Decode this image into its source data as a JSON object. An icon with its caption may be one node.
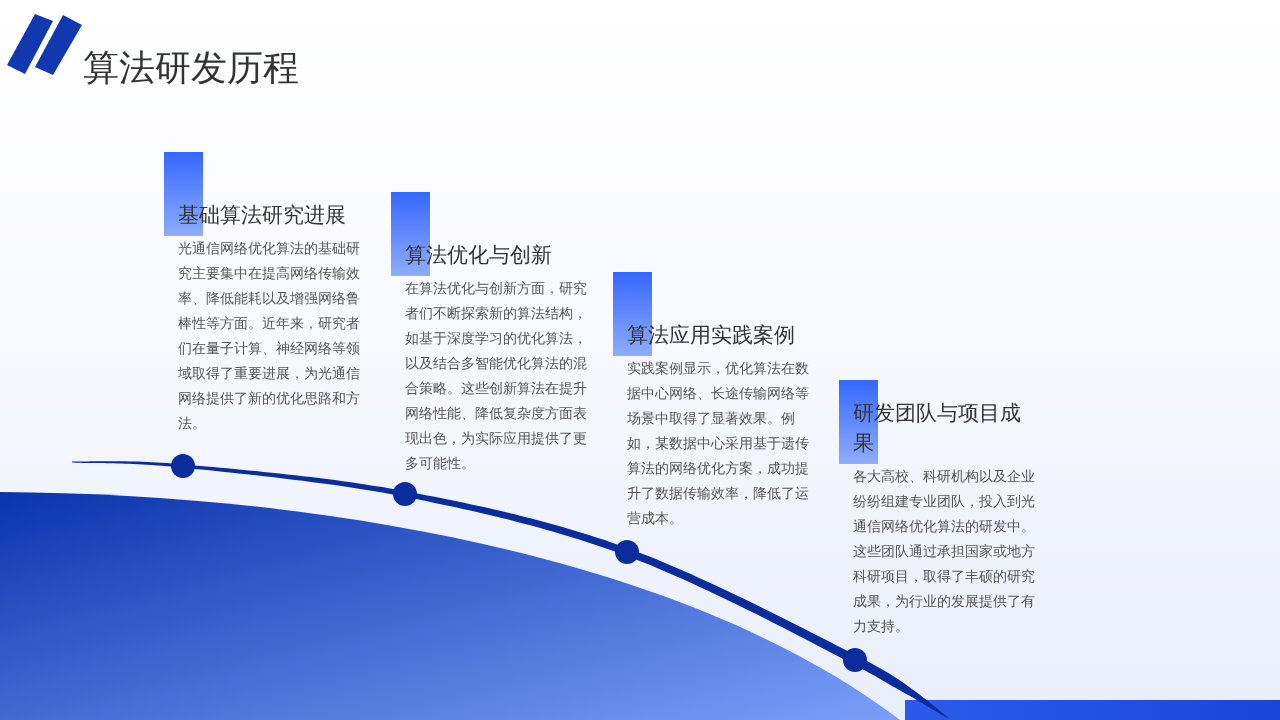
{
  "diagram": {
    "title": "算法研发历程",
    "nodes": [
      {
        "text": [
          "基础算法研究进展",
          "光通信网络优化算法的基础研究主要集中在提高网络传输效率、降低能耗以及增强网络鲁棒性等方面。近年来，研究者们在量子计算、神经网络等领域取得了重要进展，为光通信网络提供了新的优化思路和方法。"
        ]
      },
      {
        "text": [
          "算法优化与创新",
          "在算法优化与创新方面，研究者们不断探索新的算法结构，如基于深度学习的优化算法，以及结合多智能优化算法的混合策略。这些创新算法在提升网络性能、降低复杂度方面表现出色，为实际应用提供了更多可能性。"
        ]
      },
      {
        "text": [
          "算法应用实践案例",
          "实践案例显示，优化算法在数据中心网络、长途传输网络等场景中取得了显著效果。例如，某数据中心采用基于遗传算法的网络优化方案，成功提升了数据传输效率，降低了运营成本。"
        ]
      },
      {
        "text": [
          "研发团队与项目成果",
          "各大高校、科研机构以及企业纷纷组建专业团队，投入到光通信网络优化算法的研发中。这些团队通过承担国家或地方科研项目，取得了丰硕的研究成果，为行业的发展提供了有力支持。"
        ]
      }
    ]
  }
}
